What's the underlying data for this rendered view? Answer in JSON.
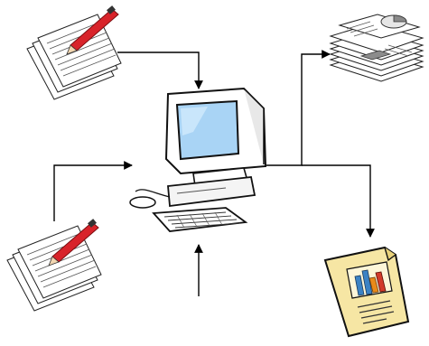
{
  "diagram": {
    "nodes": [
      {
        "id": "input-notes-top",
        "icon": "notepad-with-pen-icon"
      },
      {
        "id": "input-notes-bottom",
        "icon": "notepad-with-pen-icon"
      },
      {
        "id": "computer",
        "icon": "desktop-computer-icon"
      },
      {
        "id": "output-reports",
        "icon": "stacked-reports-icon"
      },
      {
        "id": "output-chart-document",
        "icon": "bar-chart-document-icon"
      }
    ],
    "edges": [
      {
        "from": "input-notes-top",
        "to": "computer"
      },
      {
        "from": "input-notes-bottom",
        "to": "computer"
      },
      {
        "from": "external-input",
        "to": "computer"
      },
      {
        "from": "computer",
        "to": "output-reports"
      },
      {
        "from": "computer",
        "to": "output-chart-document"
      }
    ],
    "colors": {
      "line": "#000000",
      "screen": "#a9d4f5",
      "pen": "#d8232a",
      "document": "#f6e6a4",
      "bar_blue": "#3b82c4",
      "bar_orange": "#e88a1a",
      "bar_red": "#d23a2a"
    }
  }
}
